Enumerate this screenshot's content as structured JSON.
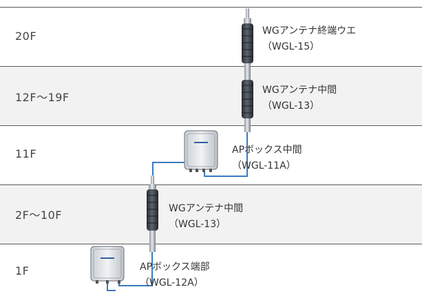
{
  "floors": [
    "20F",
    "12F～19F",
    "11F",
    "2F～10F",
    "1F"
  ],
  "components": [
    {
      "name": "WGアンテナ終端ウエ",
      "model": "（WGL-15）"
    },
    {
      "name": "WGアンテナ中間",
      "model": "（WGL-13）"
    },
    {
      "name": "APボックス中間",
      "model": "（WGL-11A）"
    },
    {
      "name": "WGアンテナ中間",
      "model": "（WGL-13）"
    },
    {
      "name": "APボックス端部",
      "model": "（WGL-12A）"
    }
  ],
  "colors": {
    "cable": "#3b7bbf",
    "antenna": "#3d4248",
    "box": "#e4e7ea",
    "rule": "#5a5a5a"
  }
}
